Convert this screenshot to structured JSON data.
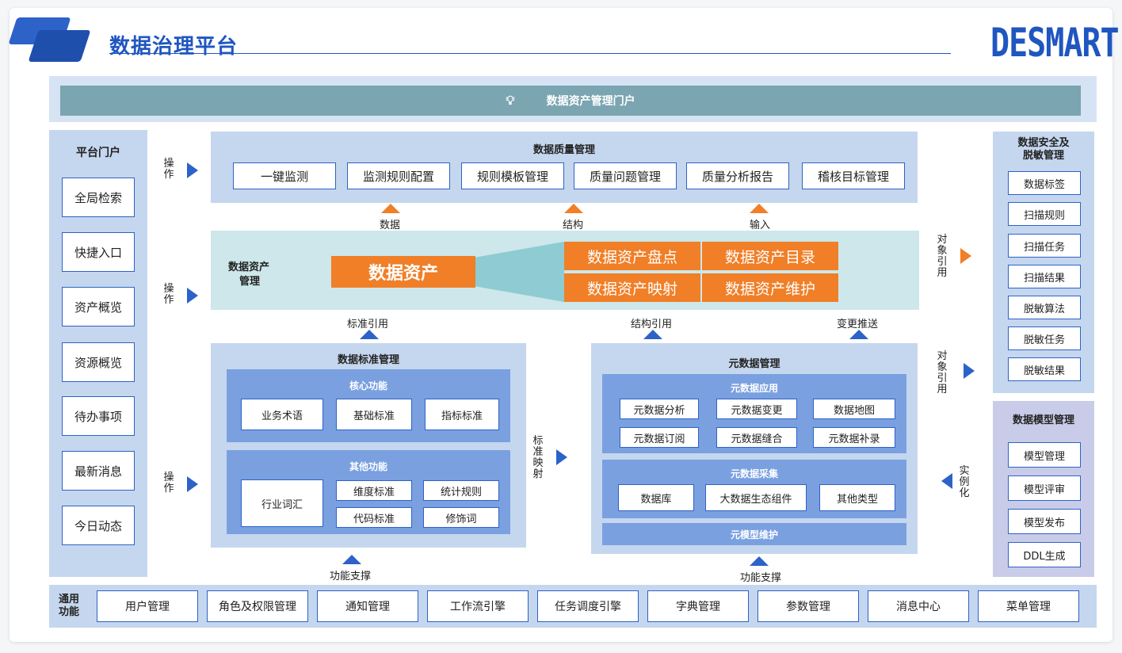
{
  "header": {
    "title": "数据治理平台",
    "brand": "DESMART"
  },
  "portal": {
    "label": "数据资产管理门户",
    "icon": "lightbulb-icon"
  },
  "left": {
    "title": "平台门户",
    "items": [
      "全局检索",
      "快捷入口",
      "资产概览",
      "资源概览",
      "待办事项",
      "最新消息",
      "今日动态"
    ]
  },
  "op_label": "操作",
  "quality": {
    "title": "数据质量管理",
    "items": [
      "一键监测",
      "监测规则配置",
      "规则模板管理",
      "质量问题管理",
      "质量分析报告",
      "稽核目标管理"
    ]
  },
  "flows_up": [
    "数据",
    "结构",
    "输入"
  ],
  "asset": {
    "title_line1": "数据资产",
    "title_line2": "管理",
    "main": "数据资产",
    "items": [
      "数据资产盘点",
      "数据资产目录",
      "数据资产映射",
      "数据资产维护"
    ]
  },
  "refs": [
    "标准引用",
    "结构引用",
    "变更推送"
  ],
  "standard": {
    "title": "数据标准管理",
    "core_title": "核心功能",
    "core_items": [
      "业务术语",
      "基础标准",
      "指标标准"
    ],
    "other_title": "其他功能",
    "other_main": "行业词汇",
    "other_items": [
      "维度标准",
      "统计规则",
      "代码标准",
      "修饰词"
    ]
  },
  "std_map": "标准映射",
  "meta": {
    "title": "元数据管理",
    "app_title": "元数据应用",
    "app_items": [
      "元数据分析",
      "元数据变更",
      "数据地图",
      "元数据订阅",
      "元数据缝合",
      "元数据补录"
    ],
    "collect_title": "元数据采集",
    "collect_items": [
      "数据库",
      "大数据生态组件",
      "其他类型"
    ],
    "model_maint": "元模型维护"
  },
  "support_label": "功能支撑",
  "obj_ref": "对象引用",
  "instantiate": "实例化",
  "security": {
    "title_line1": "数据安全及",
    "title_line2": "脱敏管理",
    "items": [
      "数据标签",
      "扫描规则",
      "扫描任务",
      "扫描结果",
      "脱敏算法",
      "脱敏任务",
      "脱敏结果"
    ]
  },
  "model": {
    "title": "数据模型管理",
    "items": [
      "模型管理",
      "模型评审",
      "模型发布",
      "DDL生成"
    ]
  },
  "common": {
    "title_line1": "通用",
    "title_line2": "功能",
    "items": [
      "用户管理",
      "角色及权限管理",
      "通知管理",
      "工作流引擎",
      "任务调度引擎",
      "字典管理",
      "参数管理",
      "消息中心",
      "菜单管理"
    ]
  },
  "colors": {
    "primary": "#2d62c8",
    "accent": "#f07f28",
    "panel": "#c5d7ee",
    "teal": "#7aa5b1"
  }
}
